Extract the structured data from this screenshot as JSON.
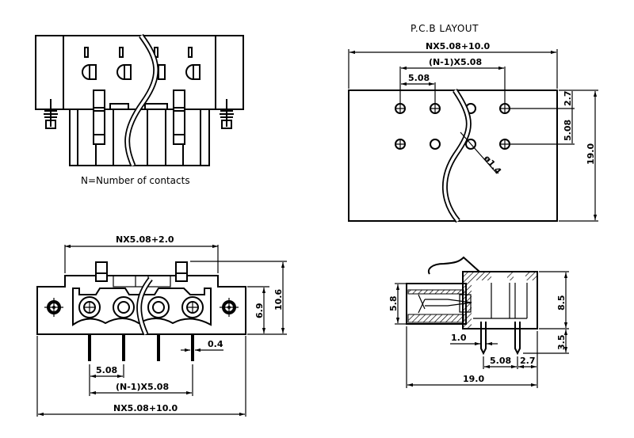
{
  "top_view": {
    "note": "N=Number of contacts",
    "contacts_shown": 4
  },
  "pcb_layout": {
    "title": "P.C.B LAYOUT",
    "dim_overall_width": "NX5.08+10.0",
    "dim_pitch_span": "(N-1)X5.08",
    "dim_pitch": "5.08",
    "dim_row_offset": "2.7",
    "dim_row_spacing": "5.08",
    "dim_height": "19.0",
    "dim_hole_dia": "ø1.4"
  },
  "front_view": {
    "dim_top_width": "NX5.08+2.0",
    "dim_height_body": "6.9",
    "dim_height_total": "10.6",
    "dim_pin_width": "0.4",
    "dim_pitch": "5.08",
    "dim_pitch_span": "(N-1)X5.08",
    "dim_overall_width": "NX5.08+10.0"
  },
  "side_view": {
    "dim_plug_height": "5.8",
    "dim_body_height": "8.5",
    "dim_pin_length": "3.5",
    "dim_pin_dia": "1.0",
    "dim_pin_pitch": "5.08",
    "dim_pin_offset": "2.7",
    "dim_depth": "19.0"
  }
}
